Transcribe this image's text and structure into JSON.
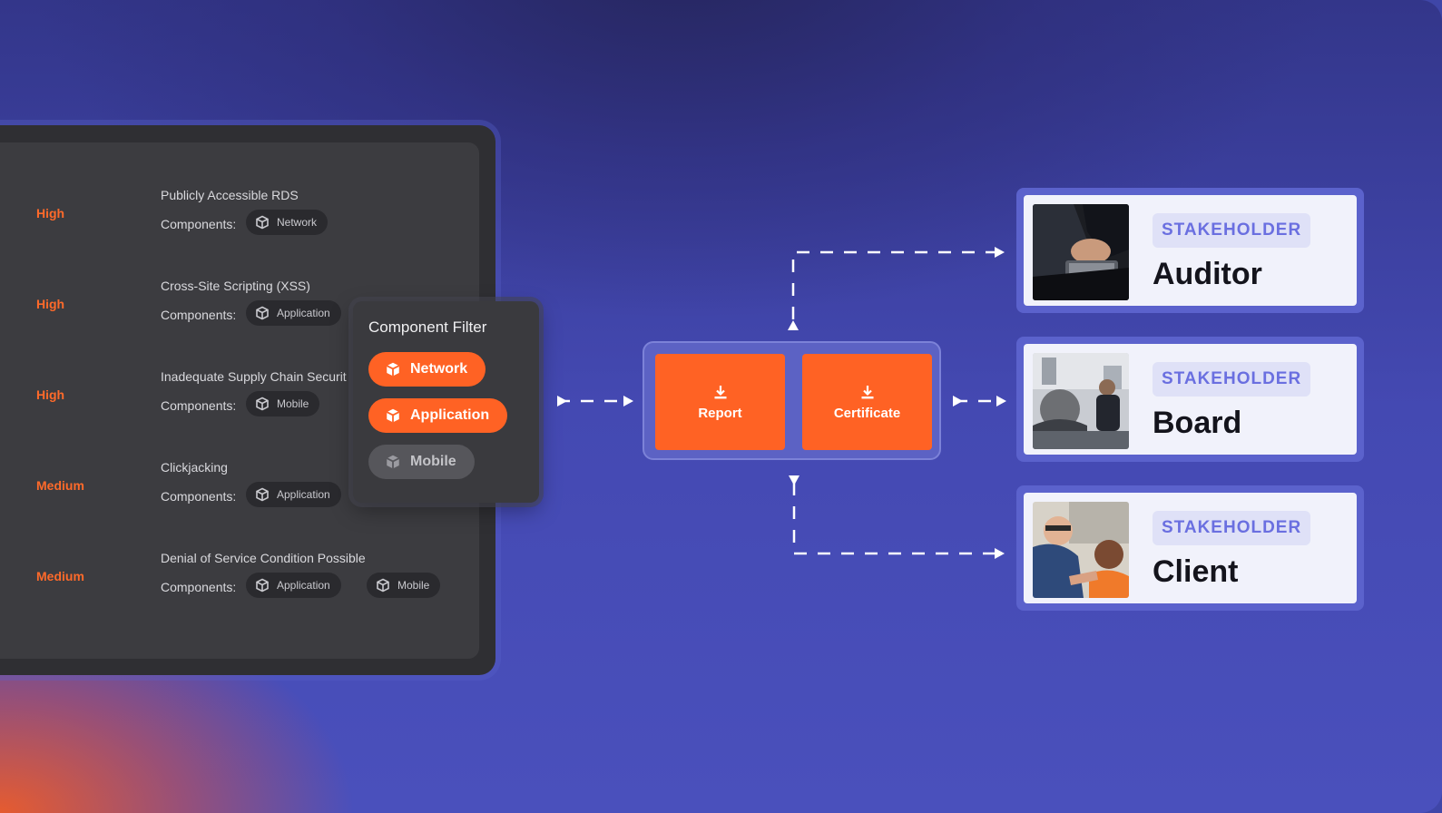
{
  "findings": [
    {
      "severity": "High",
      "title": "Publicly Accessible RDS",
      "components_label": "Components:",
      "components": [
        "Network"
      ]
    },
    {
      "severity": "High",
      "title": "Cross-Site Scripting (XSS)",
      "components_label": "Components:",
      "components": [
        "Application"
      ]
    },
    {
      "severity": "High",
      "title": "Inadequate Supply Chain Securit",
      "components_label": "Components:",
      "components": [
        "Mobile"
      ]
    },
    {
      "severity": "Medium",
      "title": "Clickjacking",
      "components_label": "Components:",
      "components": [
        "Application"
      ]
    },
    {
      "severity": "Medium",
      "title": "Denial of Service Condition Possible",
      "components_label": "Components:",
      "components": [
        "Application",
        "Mobile"
      ]
    }
  ],
  "filter": {
    "title": "Component Filter",
    "options": [
      {
        "label": "Network",
        "selected": true
      },
      {
        "label": "Application",
        "selected": true
      },
      {
        "label": "Mobile",
        "selected": false
      }
    ]
  },
  "exports": {
    "report_label": "Report",
    "certificate_label": "Certificate"
  },
  "stakeholders": [
    {
      "badge": "STAKEHOLDER",
      "role": "Auditor"
    },
    {
      "badge": "STAKEHOLDER",
      "role": "Board"
    },
    {
      "badge": "STAKEHOLDER",
      "role": "Client"
    }
  ],
  "colors": {
    "accent": "#ff6224",
    "severity": "#ff6a2a",
    "badge_text": "#6a6fe0"
  }
}
